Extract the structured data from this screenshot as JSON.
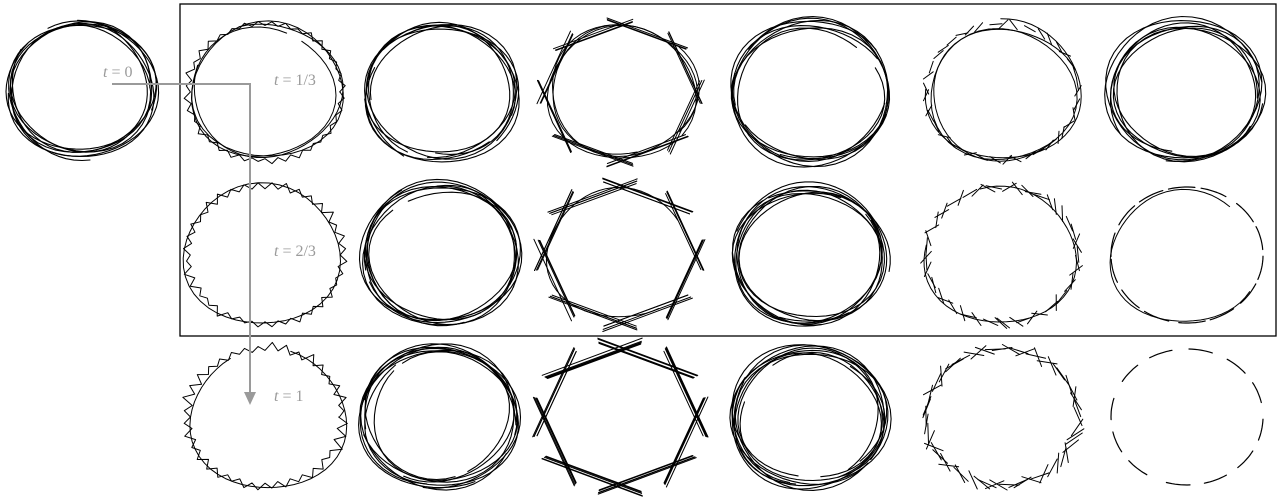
{
  "figure": {
    "time_labels": [
      {
        "var": "t",
        "value": "0"
      },
      {
        "var": "t",
        "value": "1/3"
      },
      {
        "var": "t",
        "value": "2/3"
      },
      {
        "var": "t",
        "value": "1"
      }
    ],
    "colors": {
      "strokes": "#000000",
      "arrow": "#9a9a9a",
      "frame": "#000000",
      "background": "#ffffff"
    },
    "source_sketch": {
      "style": "smooth",
      "texture": "sketchy loops"
    },
    "rows": [
      {
        "t": "1/3",
        "styles": [
          "zigzag",
          "smooth",
          "straight",
          "smooth",
          "crosshatch",
          "smooth"
        ]
      },
      {
        "t": "2/3",
        "styles": [
          "zigzag",
          "smooth",
          "straight",
          "smooth",
          "crosshatch",
          "dashed"
        ]
      },
      {
        "t": "1",
        "styles": [
          "zigzag",
          "smooth",
          "straight",
          "smooth",
          "crosshatch",
          "dashed"
        ]
      }
    ],
    "style_intensity": [
      0.35,
      0.65,
      1.0
    ]
  }
}
